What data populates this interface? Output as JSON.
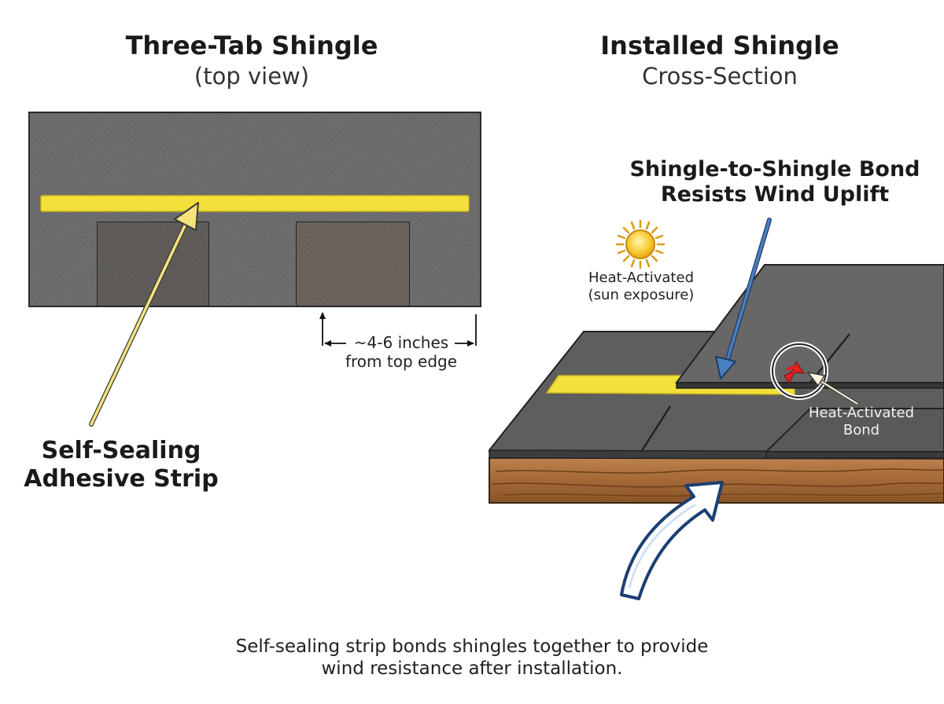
{
  "left_panel": {
    "title": "Three-Tab Shingle",
    "subtitle": "(top view)",
    "dimension_label_line1": "~4-6 inches",
    "dimension_label_line2": "from top edge",
    "strip_label_line1": "Self-Sealing",
    "strip_label_line2": "Adhesive Strip"
  },
  "right_panel": {
    "title": "Installed Shingle",
    "subtitle": "Cross-Section",
    "bond_label_line1": "Shingle-to-Shingle Bond",
    "bond_label_line2": "Resists Wind Uplift",
    "heat_label_line1": "Heat-Activated",
    "heat_label_line2": "(sun exposure)",
    "bond_callout_line1": "Heat-Activated",
    "bond_callout_line2": "Bond"
  },
  "caption": {
    "line1": "Self-sealing strip bonds shingles together to provide",
    "line2": "wind resistance after installation."
  },
  "colors": {
    "granule": "#7b7b7b",
    "adhesive": "#f3e03a",
    "deck": "#a66a38",
    "arrow_yellow": "#f5e27a",
    "arrow_blue": "#4a7fc1",
    "wind_arrow": "#1c3f73",
    "bond_red": "#e02020"
  },
  "icons": [
    "sun-icon",
    "wind-arrow-icon"
  ]
}
